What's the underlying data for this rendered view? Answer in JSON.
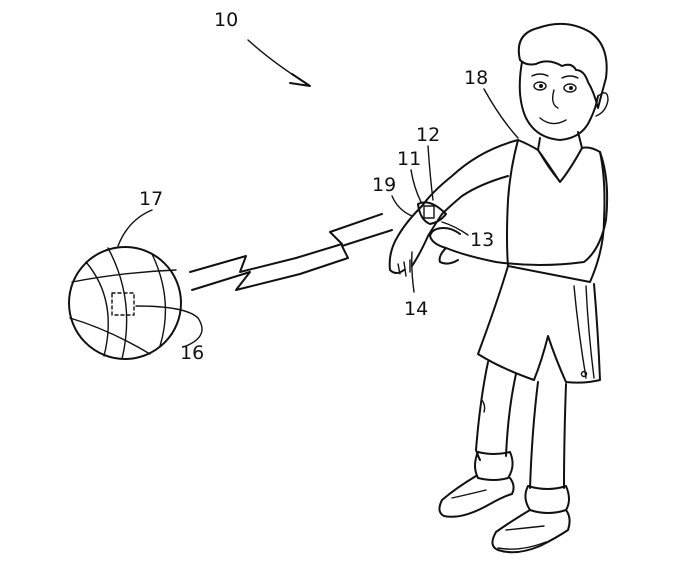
{
  "labels": {
    "figure_ref": "10",
    "wristband": "11",
    "band_top": "12",
    "band_button": "13",
    "band_bottom": "14",
    "ball_chip": "16",
    "ball": "17",
    "player": "18",
    "band_edge": "19"
  },
  "colors": {
    "ink": "#111111",
    "paper": "#ffffff"
  }
}
